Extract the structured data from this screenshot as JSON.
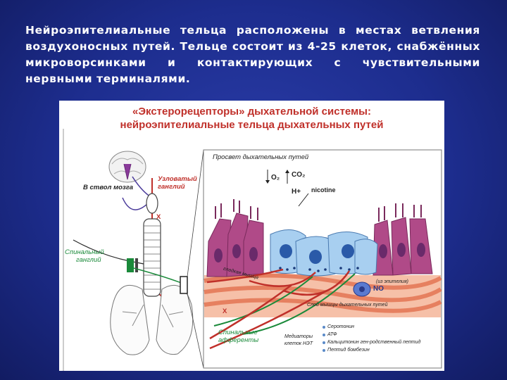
{
  "slide": {
    "text": "Нейроэпителиальные тельца расположены в местах ветвления воздухоносных путей. Тельце состоит из 4-25 клеток, снабжённых микроворсинками и контактирующих с чувствительными нервными терминалями."
  },
  "figure": {
    "title_line1": "«Экстерорецепторы» дыхательной системы:",
    "title_line2": "нейроэпителиальные тельца дыхательных путей",
    "labels": {
      "brainstem": "В ствол мозга",
      "nodose_ganglion_1": "Узловатый",
      "nodose_ganglion_2": "ганглий",
      "x_upper": "X",
      "spinal_ganglion_1": "Спинальный",
      "spinal_ganglion_2": "ганглий",
      "airway_lumen": "Просвет дыхательных путей",
      "o2": "O₂",
      "co2": "CO₂",
      "h_plus": "H+",
      "nicotine": "nicotine",
      "net": "НЭТ",
      "muscle_tag": "гладкая мышца",
      "from_epithelium": "(из эпителия)",
      "no": "NO",
      "smooth_muscle": "Слой мышцы дыхательных путей",
      "x_lower": "X",
      "spinal_afferents_1": "Спинальные",
      "spinal_afferents_2": "афференты",
      "mediators_1": "Медиаторы",
      "mediators_2": "клеток НЭТ"
    },
    "mediators": [
      "Серотонин",
      "АТФ",
      "Кальцитонин ген-родственный пептид",
      "Пептид бомбезин"
    ]
  }
}
